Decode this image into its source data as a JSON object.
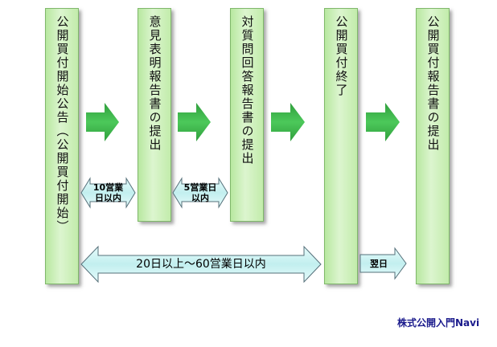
{
  "steps": [
    {
      "label": "公開買付開始公告（公開買付開始）"
    },
    {
      "label": "意見表明報告書の提出"
    },
    {
      "label": "対質問回答報告書の提出"
    },
    {
      "label": "公開買付終了"
    },
    {
      "label": "公開買付報告書の提出"
    }
  ],
  "intervals": {
    "first": "10営業日以内",
    "first_line1": "10営業",
    "first_line2": "日以内",
    "second_line1": "5営業日",
    "second_line2": "以内",
    "span": "20日以上～60営業日以内",
    "next_day": "翌日"
  },
  "brand": "株式公開入門Navi",
  "colors": {
    "box_fill": "#c8efb5",
    "arrow_green": "#3cb44a",
    "interval_fill": "#cdf3f3",
    "interval_stroke": "#55707a",
    "brand_text": "#1a1a8c"
  }
}
